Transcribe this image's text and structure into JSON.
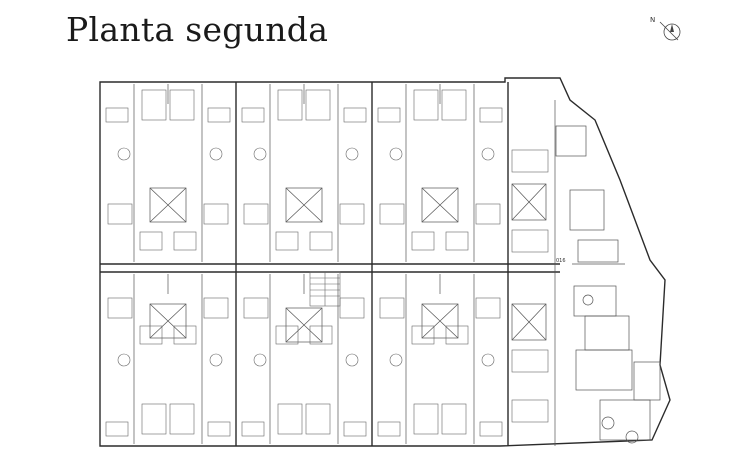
{
  "title": "Planta segunda",
  "north_label": "N",
  "colors": {
    "line": "#2b2b2b",
    "background": "#ffffff"
  },
  "plan_labels": [
    "016"
  ]
}
